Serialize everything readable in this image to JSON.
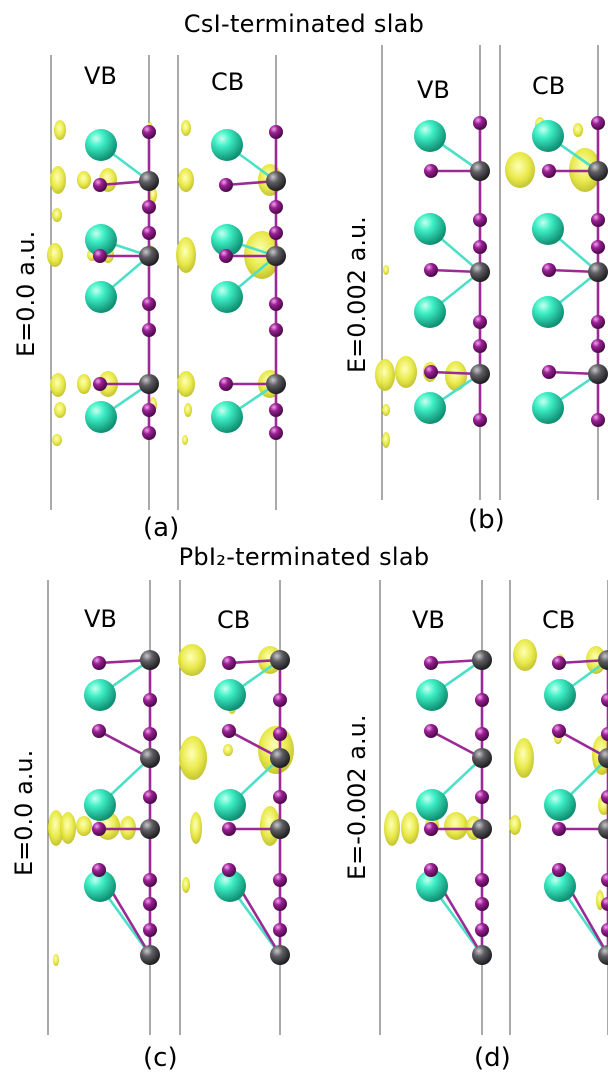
{
  "titles": {
    "top": "CsI-terminated slab",
    "bottom": "PbI₂-terminated slab"
  },
  "panels": {
    "a": {
      "letter": "(a)",
      "energy": "E=0.0 a.u.",
      "vb": "VB",
      "cb": "CB"
    },
    "b": {
      "letter": "(b)",
      "energy": "E=0.002 a.u.",
      "vb": "VB",
      "cb": "CB"
    },
    "c": {
      "letter": "(c)",
      "energy": "E=0.0 a.u.",
      "vb": "VB",
      "cb": "CB"
    },
    "d": {
      "letter": "(d)",
      "energy": "E=-0.002 a.u.",
      "vb": "VB",
      "cb": "CB"
    }
  },
  "colors": {
    "cs_atom": "#2fe0b8",
    "i_atom": "#8b1a86",
    "pb_atom": "#555559",
    "density": "#e6e83a",
    "cell_line": "#444444"
  }
}
